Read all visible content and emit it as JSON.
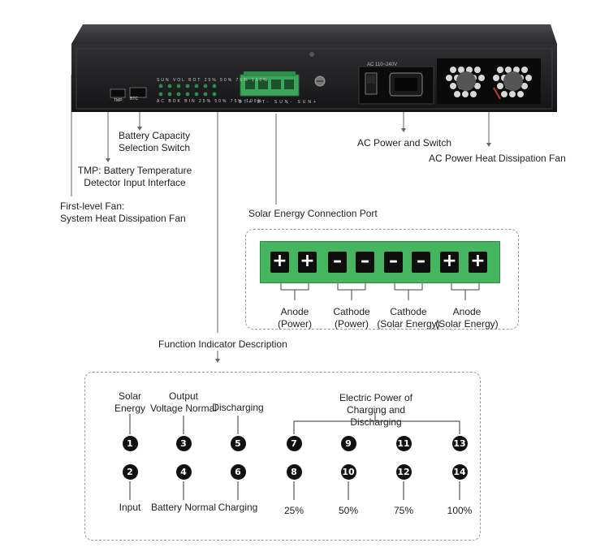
{
  "device": {
    "tmp_tag": "TMP",
    "btc_tag": "BTC",
    "led_row_top": [
      "SUN",
      "VOL",
      "BOT",
      "25%",
      "50%",
      "75%",
      "100%"
    ],
    "led_row_bottom": [
      "AC",
      "BOK",
      "BIN",
      "25%",
      "50%",
      "75%",
      "100%"
    ],
    "terminal_tags": [
      "BT+",
      "BT-",
      "SUN-",
      "SUN+"
    ],
    "ac_rating": "AC 110~240V",
    "colors": {
      "chassis": "#1c1c1e",
      "terminal_block": "#3aa65a",
      "led": "#2e8b4f"
    }
  },
  "callouts": {
    "battery_capacity": "Battery Capacity\nSelection Switch",
    "tmp_interface": "TMP:  Battery Temperature\nDetector Input Interface",
    "first_level_fan": "First-level Fan:\nSystem Heat Dissipation Fan",
    "ac_power_switch": "AC Power and Switch",
    "ac_heat_fan": "AC Power Heat Dissipation Fan",
    "solar_port_title": "Solar Energy Connection Port",
    "function_title": "Function Indicator Description"
  },
  "solar_port": {
    "terminals": [
      "+",
      "+",
      "-",
      "-",
      "-",
      "-",
      "+",
      "+"
    ],
    "groups": [
      "Anode\n(Power)",
      "Cathode\n(Power)",
      "Cathode\n(Solar Energy)",
      "Anode\n(Solar Energy)"
    ],
    "colors": {
      "block": "#45b55f",
      "block_border": "#2e8a45",
      "terminal": "#0e0e0e"
    }
  },
  "indicators": {
    "columns": [
      {
        "top_label": "Solar\nEnergy",
        "top_num": "1",
        "bottom_num": "2",
        "bottom_label": "Input"
      },
      {
        "top_label": "Output\nVoltage Normal",
        "top_num": "3",
        "bottom_num": "4",
        "bottom_label": "Battery Normal"
      },
      {
        "top_label": "Discharging",
        "top_num": "5",
        "bottom_num": "6",
        "bottom_label": "Charging"
      },
      {
        "top_label": "",
        "top_num": "7",
        "bottom_num": "8",
        "bottom_label": "25%"
      },
      {
        "top_label": "",
        "top_num": "9",
        "bottom_num": "10",
        "bottom_label": "50%"
      },
      {
        "top_label": "",
        "top_num": "11",
        "bottom_num": "12",
        "bottom_label": "75%"
      },
      {
        "top_label": "",
        "top_num": "13",
        "bottom_num": "14",
        "bottom_label": "100%"
      }
    ],
    "group_label": "Electric Power of\nCharging and Discharging"
  }
}
